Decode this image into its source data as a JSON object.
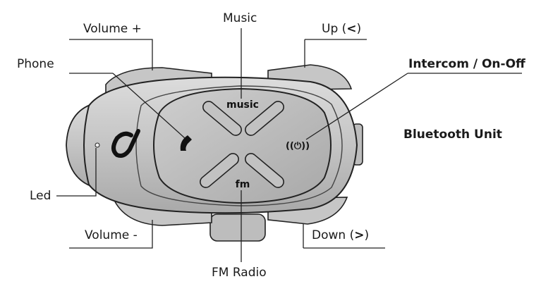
{
  "labels": {
    "music": "Music",
    "volume_plus": "Volume +",
    "up_prefix": "Up (",
    "up_symbol": "<",
    "up_suffix": ")",
    "phone": "Phone",
    "intercom": "Intercom / On-Off",
    "bluetooth_unit": "Bluetooth Unit",
    "led": "Led",
    "volume_minus": "Volume -",
    "down_prefix": "Down (",
    "down_symbol": ">",
    "down_suffix": ")",
    "fm_radio": "FM Radio"
  },
  "device": {
    "music_text": "music",
    "fm_text": "fm",
    "power_text": "((⏻))",
    "logo_icon": "cardo-logo-icon",
    "phone_icon": "phone-handset-icon"
  },
  "colors": {
    "shell": "#c9c9c9",
    "shell_dark": "#8a8a8a",
    "panel": "#b8b8b8",
    "outline": "#222222"
  }
}
